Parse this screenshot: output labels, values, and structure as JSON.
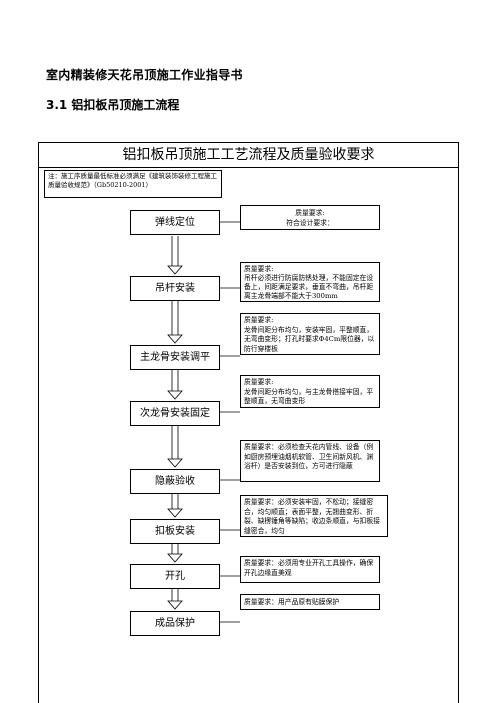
{
  "doc": {
    "heading": "室内精装修天花吊顶施工作业指导书",
    "section": "3.1 铝扣板吊顶施工流程"
  },
  "flowchart": {
    "title": "铝扣板吊顶施工工艺流程及质量验收要求",
    "note": "注：施工序质量最低标准必须满足《建筑装饰装修工程施工质量验收规范》（Gb50210-2001）",
    "steps": [
      {
        "label": "弹线定位",
        "requirement": "质量要求:\n符合设计要求："
      },
      {
        "label": "吊杆安装",
        "requirement": "质量要求:\n吊杆必须进行防腐防锈处理，不能固定在设备上，间距满足要求，垂直不弯曲，吊杆距离主龙骨端部不能大于300mm"
      },
      {
        "label": "主龙骨安装调平",
        "requirement": "质量要求:\n龙骨间距分布均匀，安装牢固，平整顺直，无弯曲变形；打孔时要求Φ4Cm限位器，以防行穿楼板"
      },
      {
        "label": "次龙骨安装固定",
        "requirement": "质量要求:\n龙骨间距分布均匀，与主龙骨搭接牢固，平整顺直，无弯曲变形"
      },
      {
        "label": "隐蔽验收",
        "requirement": "质量要求：必须检查天花内管线、设备（例如厨房预埋油烟机软管、卫生间新风机、渊浴杆）是否安装到位，方可进行隐蔽"
      },
      {
        "label": "扣板安装",
        "requirement": "质量要求：必须安装牢固，不松动；接缝密合，均匀顺直；表面平整，无翘曲变形、折裂、缺楞锤角等缺陷；收边条顺直，与扣板接缝密合，均匀"
      },
      {
        "label": "开孔",
        "requirement": "质量要求：必须用专业开孔工具操作，确保开孔边缘直美观"
      },
      {
        "label": "成品保护",
        "requirement": "质量要求：用产品原有贴膜保护"
      }
    ]
  }
}
